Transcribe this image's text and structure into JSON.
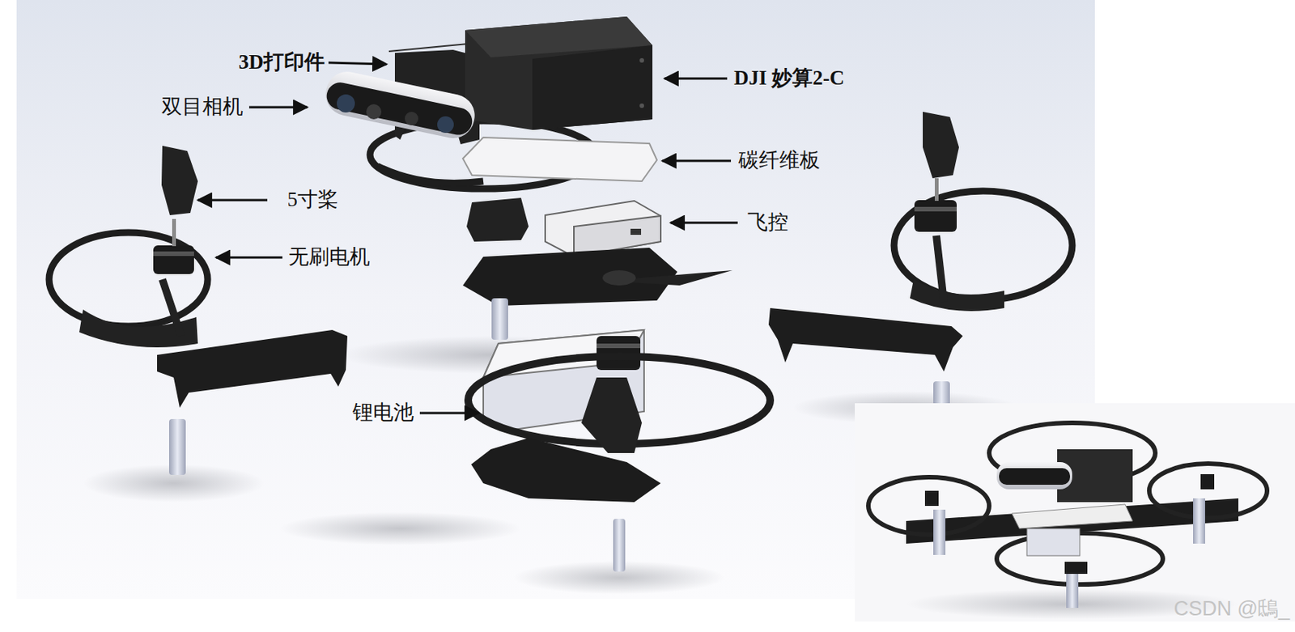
{
  "diagram": {
    "labels": [
      "3D打印件",
      "双目相机",
      "DJI 妙算2-C",
      "碳纤维板",
      "5寸桨",
      "飞控",
      "无刷电机",
      "锂电池",
      "CSDN @鴟_"
    ]
  }
}
